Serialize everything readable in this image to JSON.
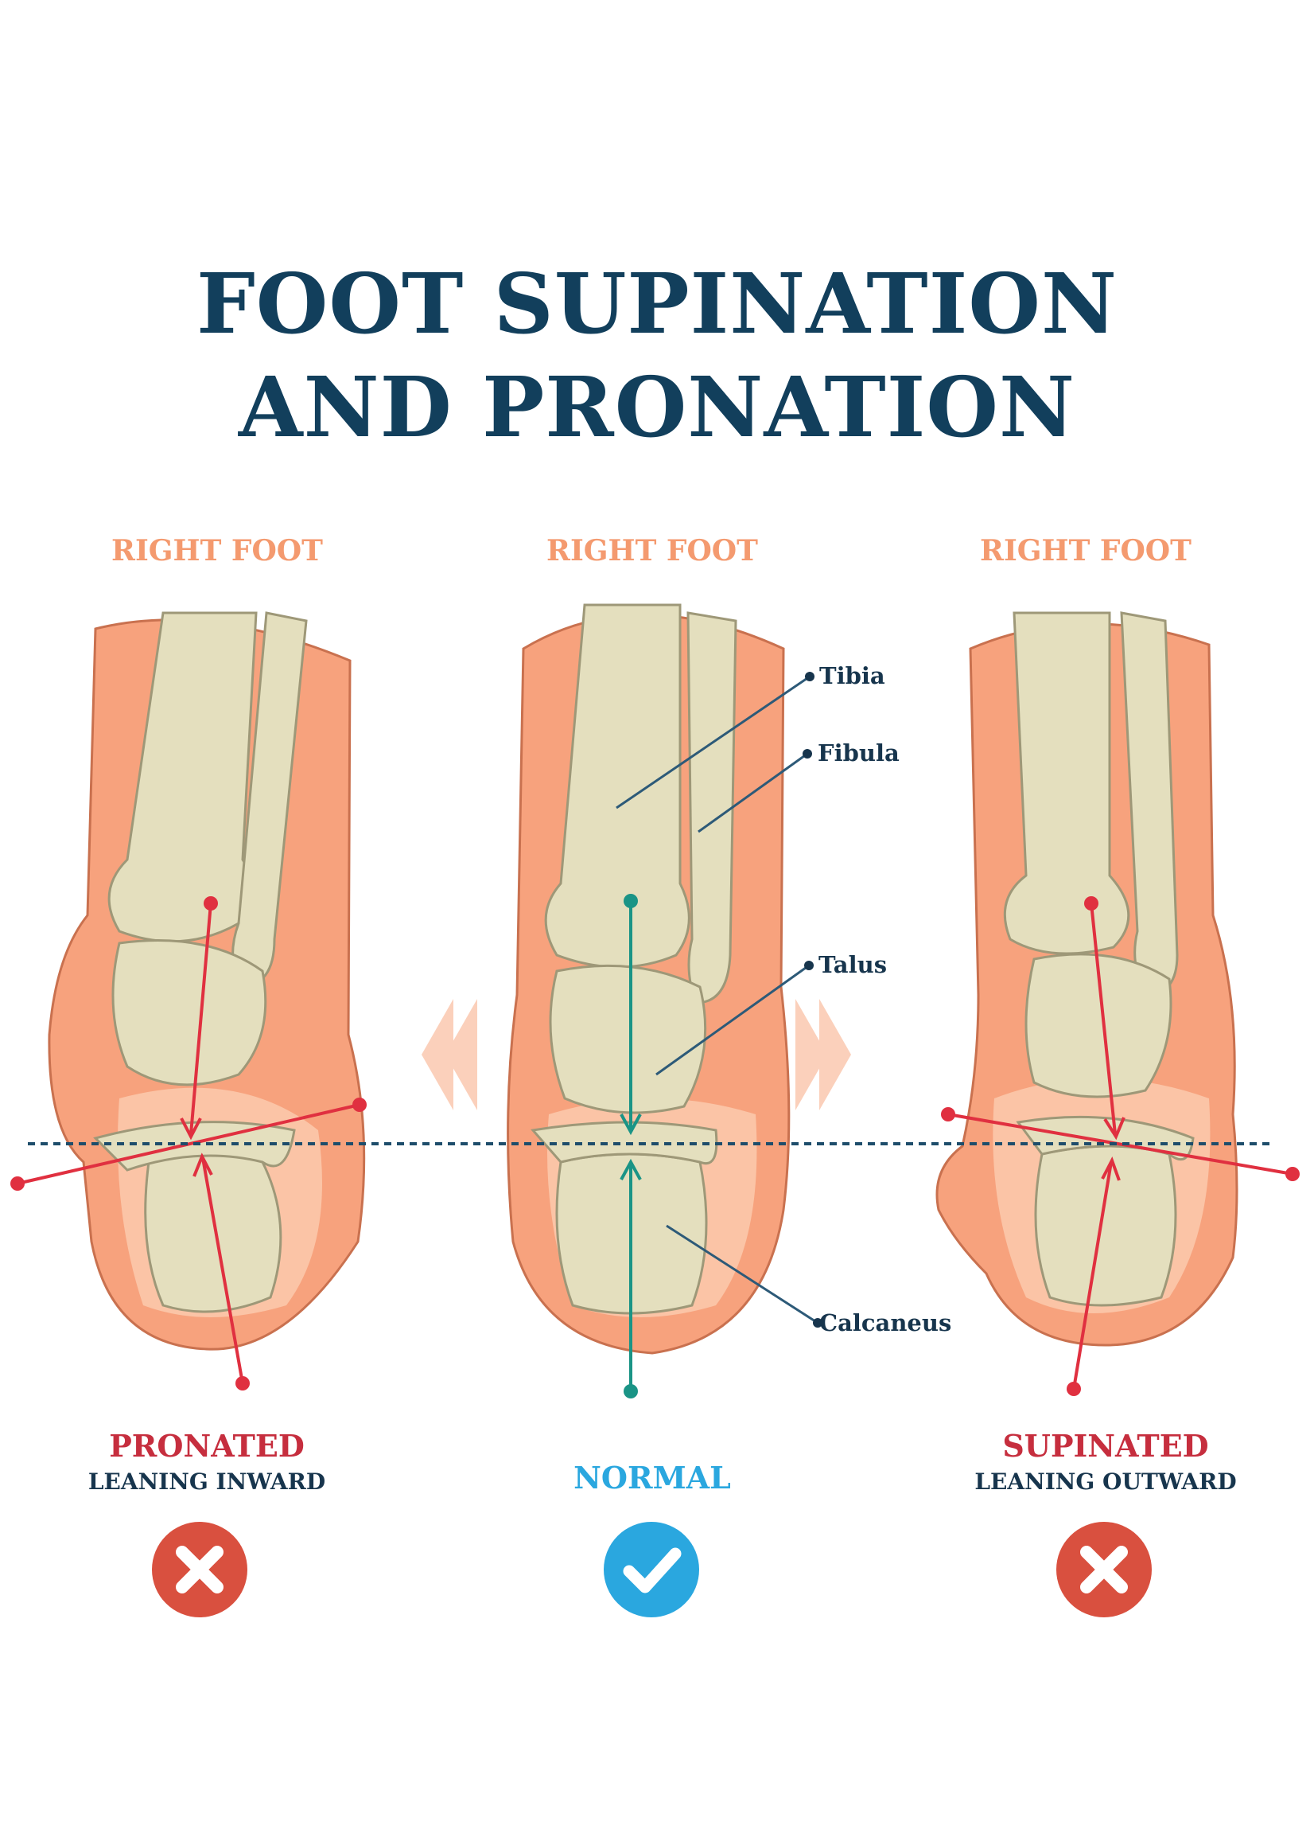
{
  "title": {
    "line1": "FOOT SUPINATION",
    "line2": "AND PRONATION"
  },
  "feet": [
    {
      "heading": "RIGHT FOOT",
      "status": "PRONATED",
      "description": "LEANING INWARD",
      "verdict_icon": "cross-icon"
    },
    {
      "heading": "RIGHT FOOT",
      "status": "NORMAL",
      "description": "",
      "verdict_icon": "check-icon"
    },
    {
      "heading": "RIGHT FOOT",
      "status": "SUPINATED",
      "description": "LEANING OUTWARD",
      "verdict_icon": "cross-icon"
    }
  ],
  "bone_labels": {
    "tibia": "Tibia",
    "fibula": "Fibula",
    "talus": "Talus",
    "calcaneus": "Calcaneus"
  },
  "colors": {
    "title": "#123f5c",
    "heading": "#f49a6f",
    "skin": "#f7a27d",
    "bone": "#e4dfbe",
    "pronated_supinated": "#c62e3e",
    "normal": "#2aa7df",
    "cross_badge": "#d9503f",
    "check_badge": "#2aa7df",
    "axis_red": "#e03040",
    "axis_green": "#1a9486",
    "reference_line": "#1e4d6b"
  }
}
